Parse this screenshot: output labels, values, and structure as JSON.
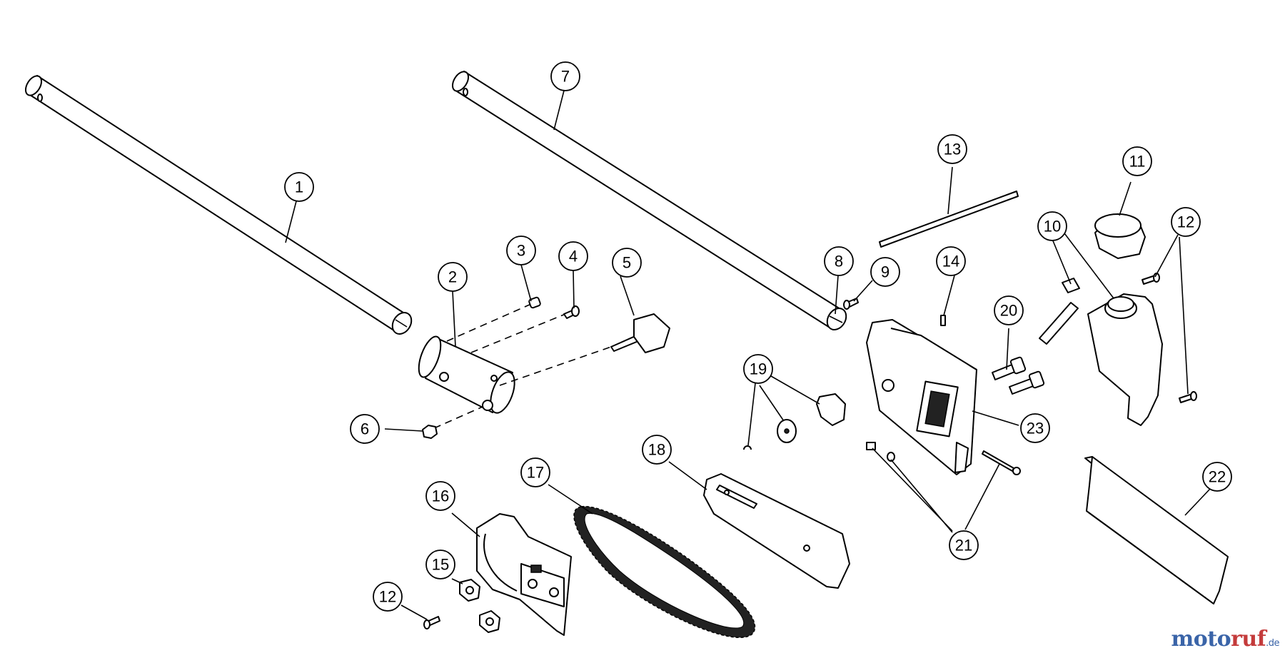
{
  "callouts": {
    "c1": "1",
    "c2": "2",
    "c3": "3",
    "c4": "4",
    "c5": "5",
    "c6": "6",
    "c7": "7",
    "c8": "8",
    "c9": "9",
    "c10": "10",
    "c11": "11",
    "c12a": "12",
    "c12b": "12",
    "c13": "13",
    "c14": "14",
    "c15": "15",
    "c16": "16",
    "c17": "17",
    "c18": "18",
    "c19": "19",
    "c20": "20",
    "c21": "21",
    "c22": "22",
    "c23": "23"
  },
  "watermark": {
    "part1": "moto",
    "part2": "ruf",
    "tld": ".de"
  },
  "colors": {
    "line": "#000000",
    "watermark_blue": "#3a64a8",
    "watermark_red": "#c43b3b"
  }
}
